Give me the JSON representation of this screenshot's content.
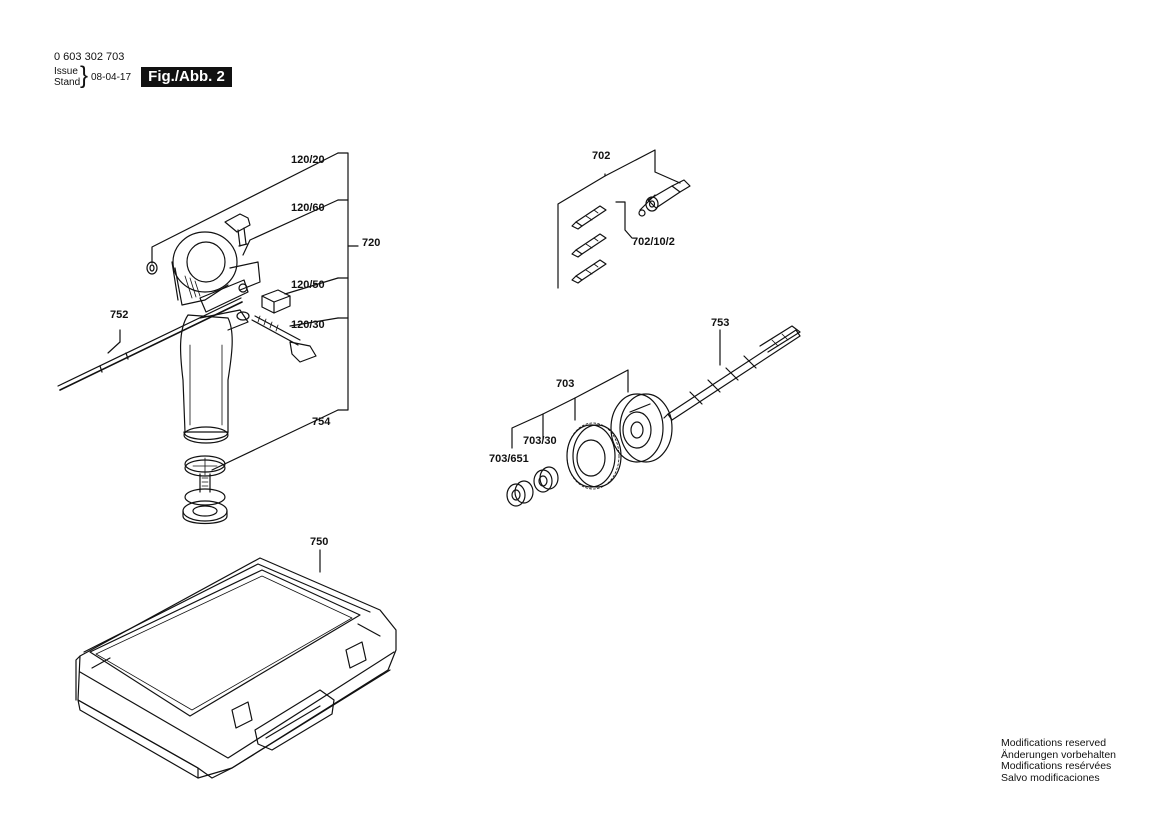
{
  "header": {
    "part_number": "0 603 302 703",
    "issue_label": "Issue",
    "stand_label": "Stand",
    "issue_date": "08-04-17",
    "figure_label": "Fig./Abb. 2"
  },
  "callouts": {
    "p120_20": "120/20",
    "p120_60": "120/60",
    "p120_50": "120/50",
    "p120_30": "120/30",
    "p720": "720",
    "p752": "752",
    "p754": "754",
    "p702": "702",
    "p702_10_2": "702/10/2",
    "p753": "753",
    "p703": "703",
    "p703_30": "703/30",
    "p703_651": "703/651",
    "p750": "750"
  },
  "notes": [
    "Modifications reserved",
    "Änderungen vorbehalten",
    "Modifications resérvées",
    "Salvo modificaciones"
  ]
}
